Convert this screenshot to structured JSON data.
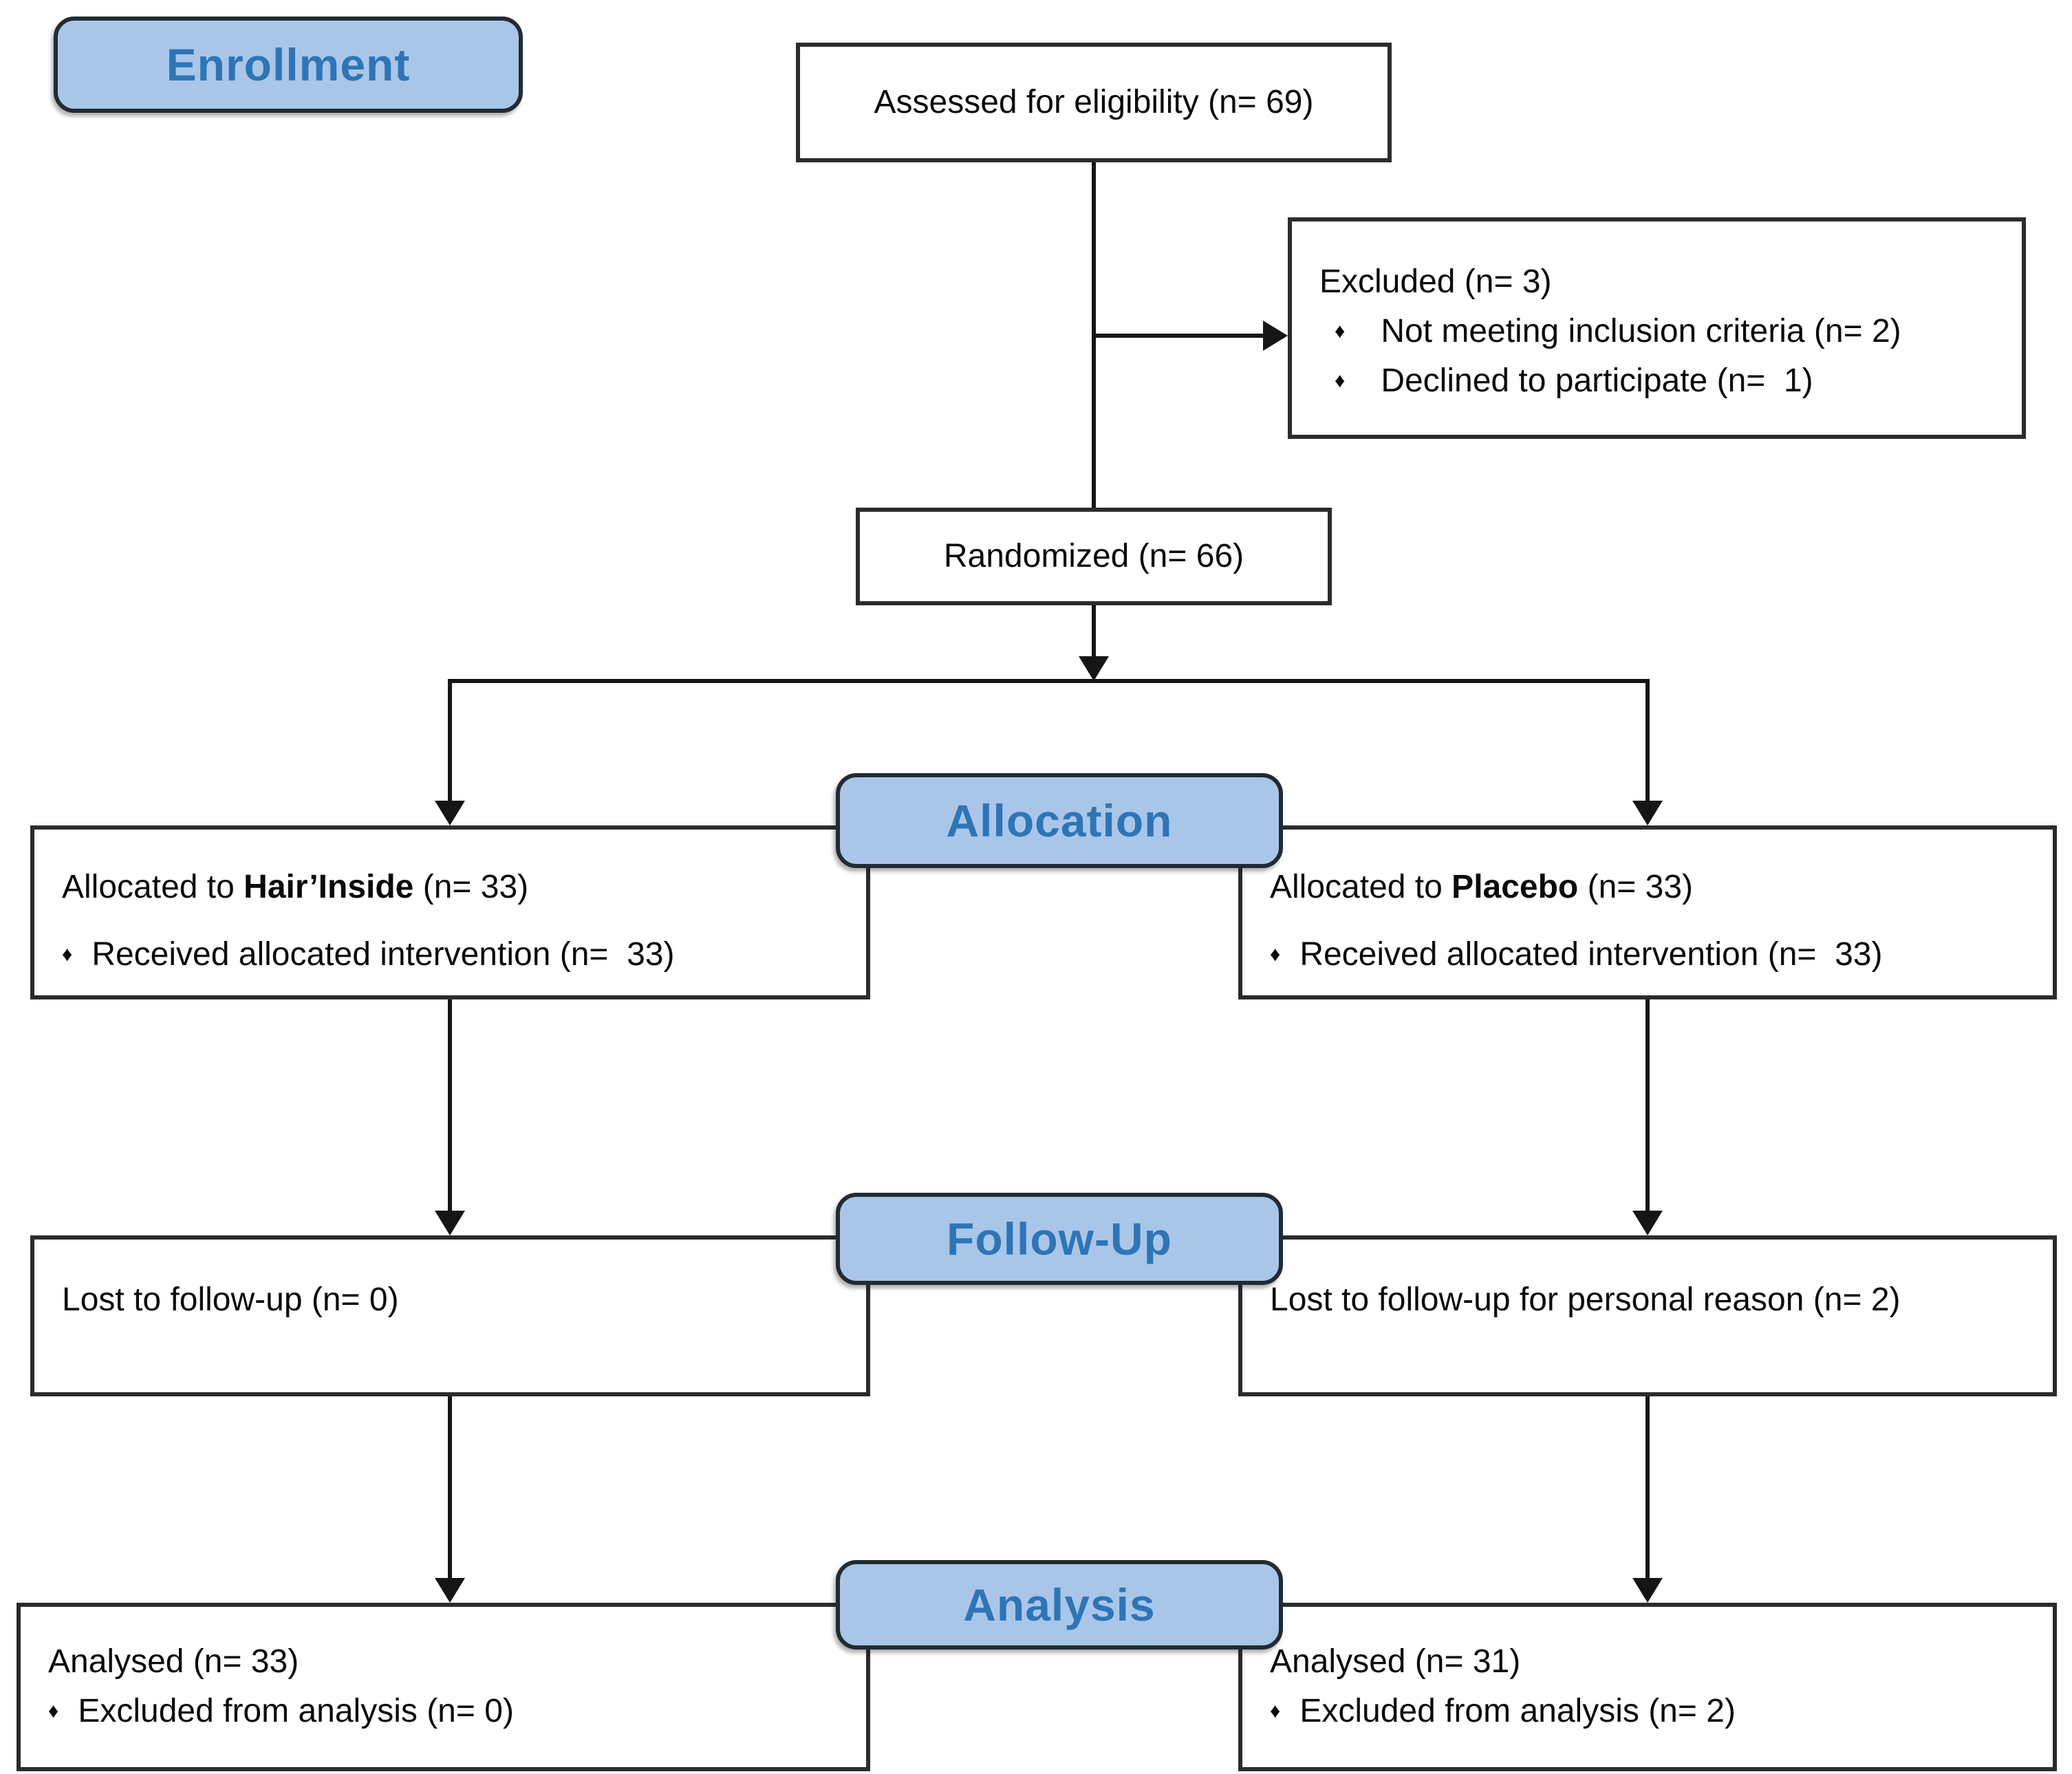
{
  "diagram": {
    "bullet_glyph": "♦",
    "stage_labels": {
      "enrollment": "Enrollment",
      "allocation": "Allocation",
      "followup": "Follow-Up",
      "analysis": "Analysis"
    },
    "boxes": {
      "assessed": {
        "text": "Assessed for eligibility (n= 69)"
      },
      "excluded": {
        "title": "Excluded (n= 3)",
        "bullets": [
          "Not meeting inclusion criteria (n= 2)",
          "Declined to participate (n=  1)"
        ]
      },
      "randomized": {
        "text": "Randomized (n= 66)"
      },
      "alloc_left": {
        "prefix": "Allocated to ",
        "arm": "Hair’Inside",
        "suffix": " (n= 33)",
        "bullet": "Received allocated intervention (n=  33)"
      },
      "alloc_right": {
        "prefix": "Allocated to ",
        "arm": "Placebo",
        "suffix": " (n= 33)",
        "bullet": "Received allocated intervention (n=  33)"
      },
      "followup_left": {
        "text": "Lost to follow-up (n= 0)"
      },
      "followup_right": {
        "text": "Lost to follow-up for personal reason (n= 2)"
      },
      "analysis_left": {
        "title": "Analysed (n= 33)",
        "bullet": "Excluded from analysis (n= 0)"
      },
      "analysis_right": {
        "title": "Analysed (n= 31)",
        "bullet": "Excluded from analysis (n= 2)"
      }
    },
    "colors": {
      "label_fill": "#a9c6e9",
      "label_text": "#2e75b6",
      "label_border": "#222a33",
      "box_border": "#2b2b2b",
      "text": "#0a0a0a",
      "line": "#151515",
      "background": "#ffffff"
    }
  }
}
